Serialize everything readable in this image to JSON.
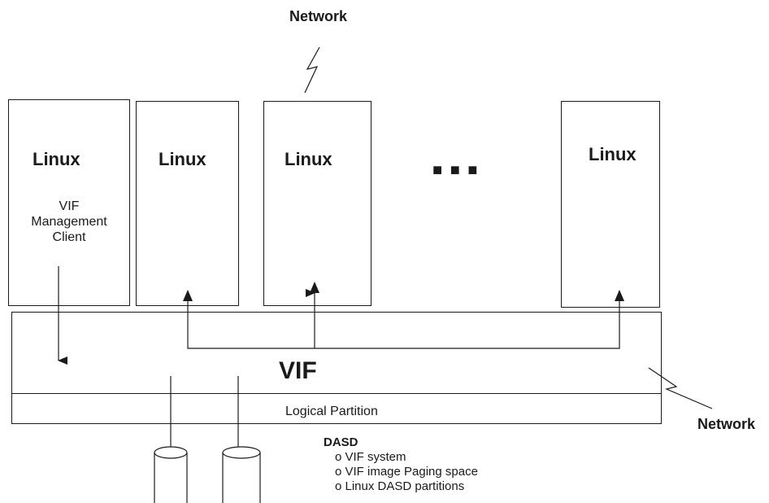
{
  "network_top_label": "Network",
  "network_right_label": "Network",
  "linux_label": "Linux",
  "management_client": [
    "VIF",
    "Management",
    "Client"
  ],
  "vif_label": "VIF",
  "lpar_label": "Logical Partition",
  "continuation": "■ ■ ■",
  "dasd": {
    "title": "DASD",
    "items": [
      "o VIF system",
      "o VIF image Paging space",
      "o Linux DASD partitions"
    ]
  }
}
